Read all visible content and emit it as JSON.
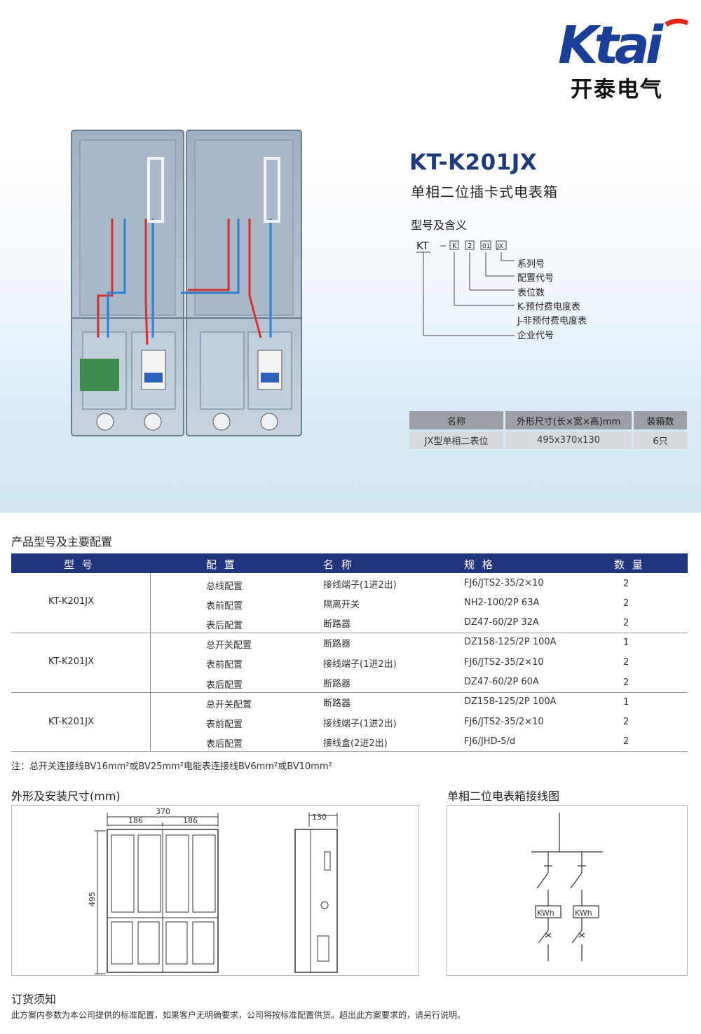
{
  "brand": {
    "logo_text": "Ktai",
    "name_cn": "开泰电气"
  },
  "product": {
    "model": "KT-K201JX",
    "subtitle": "单相二位插卡式电表箱",
    "meaning_heading": "型号及含义"
  },
  "model_code": {
    "parts": [
      "KT",
      "K",
      "2",
      "01",
      "JX"
    ],
    "labels": [
      "系列号",
      "配置代号",
      "表位数",
      "K-预付费电度表",
      "J-非预付费电度表",
      "企业代号"
    ]
  },
  "spec_table": {
    "headers": [
      "名称",
      "外形尺寸(长×宽×高)mm",
      "装箱数"
    ],
    "rows": [
      [
        "JX型单相二表位",
        "495x370x130",
        "6只"
      ]
    ]
  },
  "config_section": {
    "title": "产品型号及主要配置",
    "headers": [
      "型 号",
      "配 置",
      "名 称",
      "规 格",
      "数 量"
    ],
    "groups": [
      {
        "model": "KT-K201JX",
        "rows": [
          [
            "总线配置",
            "接线端子(1进2出)",
            "FJ6/JTS2-35/2×10",
            "2"
          ],
          [
            "表前配置",
            "隔离开关",
            "NH2-100/2P 63A",
            "2"
          ],
          [
            "表后配置",
            "断路器",
            "DZ47-60/2P 32A",
            "2"
          ]
        ]
      },
      {
        "model": "KT-K201JX",
        "rows": [
          [
            "总开关配置",
            "断路器",
            "DZ158-125/2P 100A",
            "1"
          ],
          [
            "表前配置",
            "接线端子(1进2出)",
            "FJ6/JTS2-35/2×10",
            "2"
          ],
          [
            "表后配置",
            "断路器",
            "DZ47-60/2P 60A",
            "2"
          ]
        ]
      },
      {
        "model": "KT-K201JX",
        "rows": [
          [
            "总开关配置",
            "断路器",
            "DZ158-125/2P 100A",
            "1"
          ],
          [
            "表前配置",
            "接线端子(1进2出)",
            "FJ6/JTS2-35/2×10",
            "2"
          ],
          [
            "表后配置",
            "接线盒(2进2出)",
            "FJ6/JHD-5/d",
            "2"
          ]
        ]
      }
    ],
    "note": "注：总开关连接线BV16mm²或BV25mm²电能表连接线BV6mm²或BV10mm²"
  },
  "dimensions": {
    "title": "外形及安装尺寸(mm)",
    "width_total": "370",
    "width_half_left": "186",
    "width_half_right": "186",
    "height": "495",
    "depth": "130"
  },
  "wiring": {
    "title": "单相二位电表箱接线图",
    "meter_label": "KWh"
  },
  "ordering": {
    "title": "订货须知",
    "text": "此方案内参数为本公司提供的标准配置，如果客户无明确要求，公司将按标准配置供货。超出此方案要求的，请另行说明。"
  },
  "colors": {
    "accent_navy": "#21357f",
    "title_blue": "#1e3a7a",
    "logo_blue": "#1b3f96",
    "logo_red": "#e0261b"
  }
}
